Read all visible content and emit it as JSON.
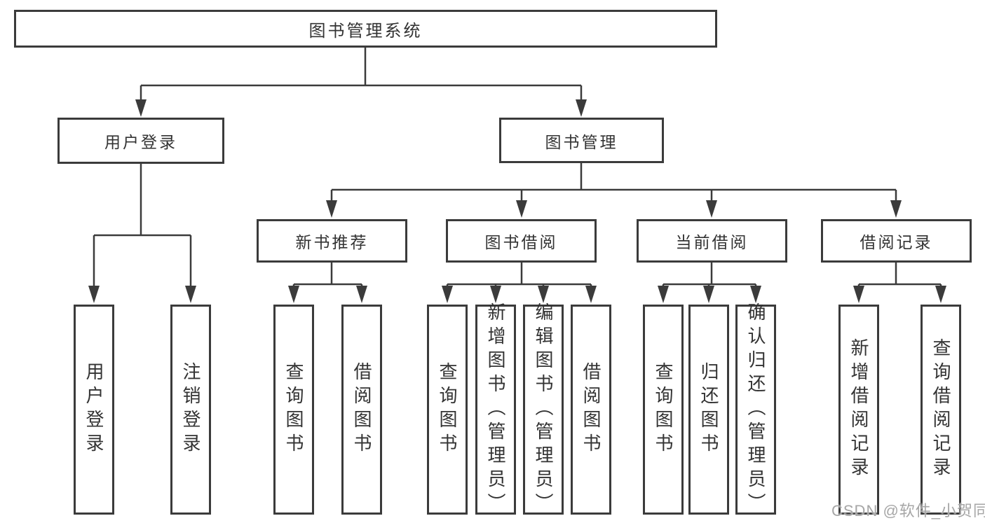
{
  "tree": {
    "root": {
      "label": "图书管理系统"
    },
    "level2": [
      {
        "label": "用户登录",
        "children": [
          {
            "label": "用户登录"
          },
          {
            "label": "注销登录"
          }
        ]
      },
      {
        "label": "图书管理",
        "children": [
          {
            "label": "新书推荐",
            "children": [
              {
                "label": "查询图书"
              },
              {
                "label": "借阅图书"
              }
            ]
          },
          {
            "label": "图书借阅",
            "children": [
              {
                "label": "查询图书"
              },
              {
                "label": "新增图书（管理员）"
              },
              {
                "label": "编辑图书（管理员）"
              },
              {
                "label": "借阅图书"
              }
            ]
          },
          {
            "label": "当前借阅",
            "children": [
              {
                "label": "查询图书"
              },
              {
                "label": "归还图书"
              },
              {
                "label": "确认归还（管理员）"
              }
            ]
          },
          {
            "label": "借阅记录",
            "children": [
              {
                "label": "新增借阅记录"
              },
              {
                "label": "查询借阅记录"
              }
            ]
          }
        ]
      }
    ]
  },
  "watermark": {
    "text": "CSDN @软件_小贺同学"
  },
  "colors": {
    "line": "#3b3b3b",
    "box_border": "#3b3b3b",
    "text": "#333333",
    "watermark": "#a6a6a6",
    "background": "#ffffff"
  }
}
